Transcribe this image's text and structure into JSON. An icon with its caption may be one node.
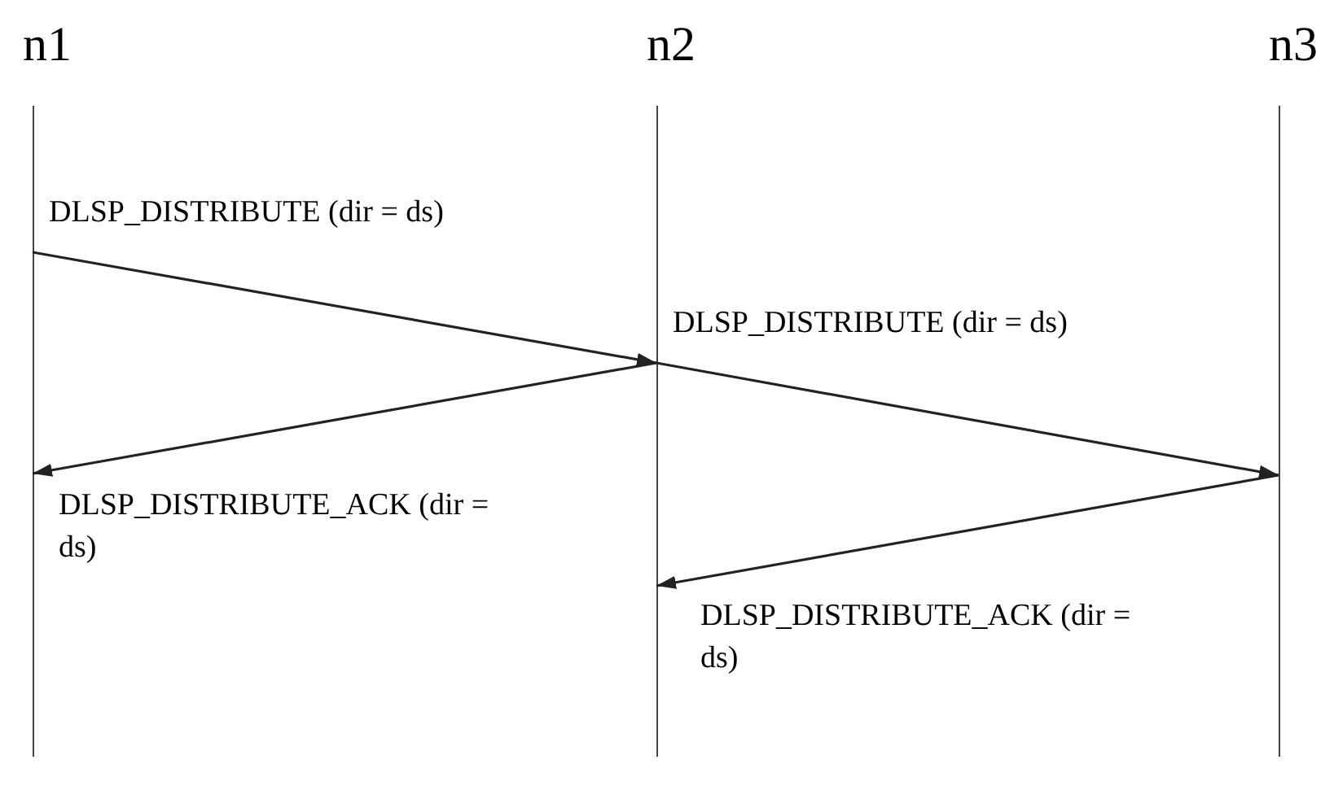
{
  "diagram": {
    "nodes": [
      {
        "text": [
          "n1"
        ]
      },
      {
        "text": [
          "n2"
        ]
      },
      {
        "text": [
          "n3"
        ]
      }
    ],
    "edges": [
      {
        "from": 0,
        "to": 1,
        "arrow": "to",
        "label": "DLSP_DISTRIBUTE (dir = ds)"
      },
      {
        "from": 1,
        "to": 0,
        "arrow": "to",
        "label": "DLSP_DISTRIBUTE_ACK (dir = ds)"
      },
      {
        "from": 1,
        "to": 2,
        "arrow": "to",
        "label": "DLSP_DISTRIBUTE (dir = ds)"
      },
      {
        "from": 2,
        "to": 1,
        "arrow": "to",
        "label": "DLSP_DISTRIBUTE_ACK (dir = ds)"
      }
    ]
  }
}
